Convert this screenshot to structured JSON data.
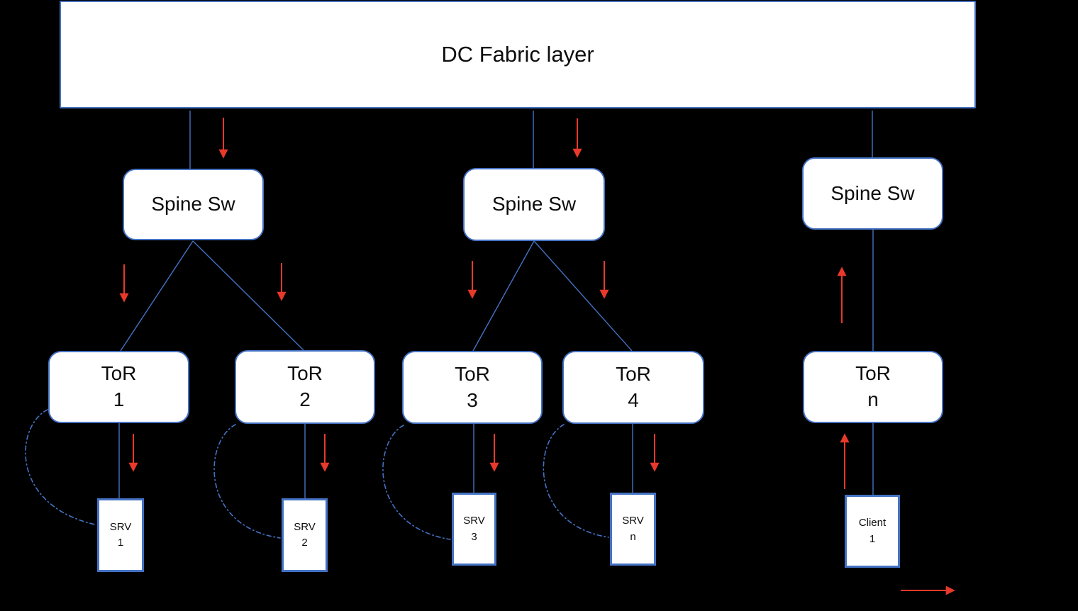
{
  "colors": {
    "background": "#000000",
    "node_fill": "#ffffff",
    "node_border": "#4472c4",
    "connector": "#4472c4",
    "arrow": "#e8392b",
    "text": "#0d0d0d"
  },
  "fabric": {
    "label": "DC Fabric layer"
  },
  "spines": [
    {
      "label": "Spine Sw"
    },
    {
      "label": "Spine Sw"
    },
    {
      "label": "Spine Sw"
    }
  ],
  "tors": [
    {
      "line1": "ToR",
      "line2": "1"
    },
    {
      "line1": "ToR",
      "line2": "2"
    },
    {
      "line1": "ToR",
      "line2": "3"
    },
    {
      "line1": "ToR",
      "line2": "4"
    },
    {
      "line1": "ToR",
      "line2": "n"
    }
  ],
  "endpoints": [
    {
      "line1": "SRV",
      "line2": "1"
    },
    {
      "line1": "SRV",
      "line2": "2"
    },
    {
      "line1": "SRV",
      "line2": "3"
    },
    {
      "line1": "SRV",
      "line2": "n"
    },
    {
      "line1": "Client",
      "line2": "1"
    }
  ]
}
